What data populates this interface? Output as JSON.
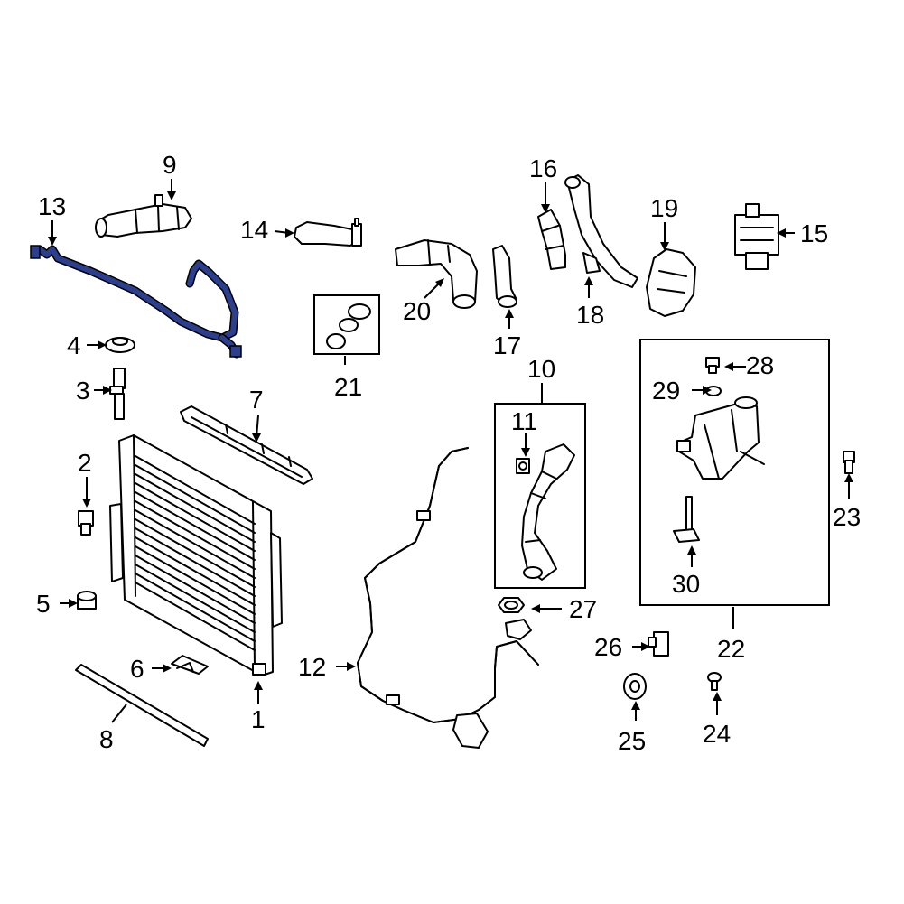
{
  "callouts": {
    "c1": "1",
    "c2": "2",
    "c3": "3",
    "c4": "4",
    "c5": "5",
    "c6": "6",
    "c7": "7",
    "c8": "8",
    "c9": "9",
    "c10": "10",
    "c11": "11",
    "c12": "12",
    "c13": "13",
    "c14": "14",
    "c15": "15",
    "c16": "16",
    "c17": "17",
    "c18": "18",
    "c19": "19",
    "c20": "20",
    "c21": "21",
    "c22": "22",
    "c23": "23",
    "c24": "24",
    "c25": "25",
    "c26": "26",
    "c27": "27",
    "c28": "28",
    "c29": "29",
    "c30": "30"
  },
  "highlighted_part": "13",
  "colors": {
    "highlight": "#2c3f8f",
    "line_art": "#000000",
    "background": "#ffffff"
  }
}
